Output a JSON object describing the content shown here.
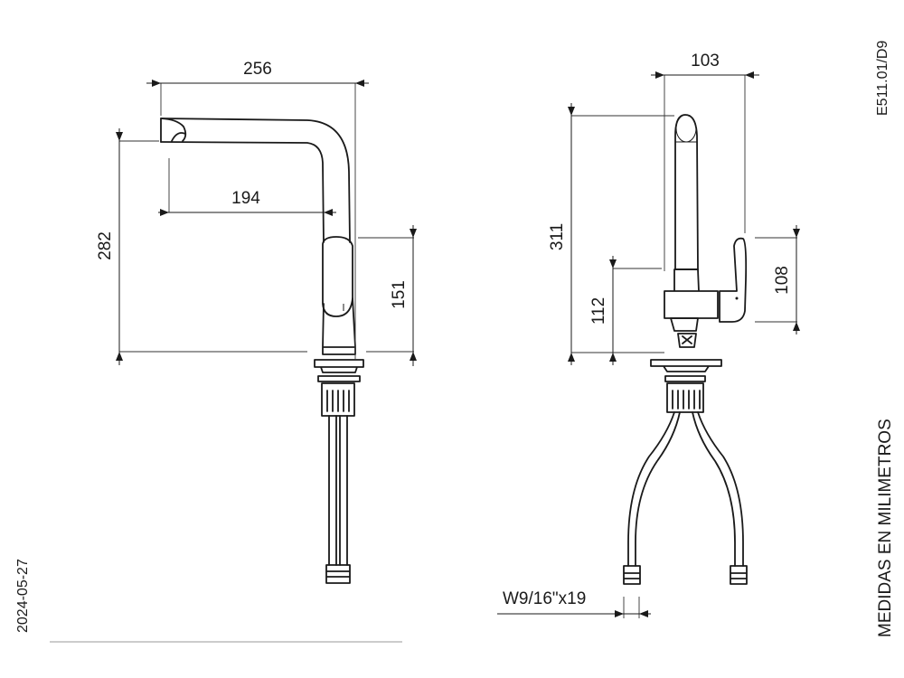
{
  "drawing_code": "E511.01/D9",
  "date": "2024-05-27",
  "units_note": "MEDIDAS EN MILIMETROS",
  "dimensions": {
    "side_total_width": "256",
    "side_spout_reach": "194",
    "side_total_height": "282",
    "side_lever_height": "151",
    "front_width": "103",
    "front_total_height": "311",
    "front_body_height": "112",
    "front_lever_height": "108",
    "hose_thread": "W9/16\"x19"
  }
}
